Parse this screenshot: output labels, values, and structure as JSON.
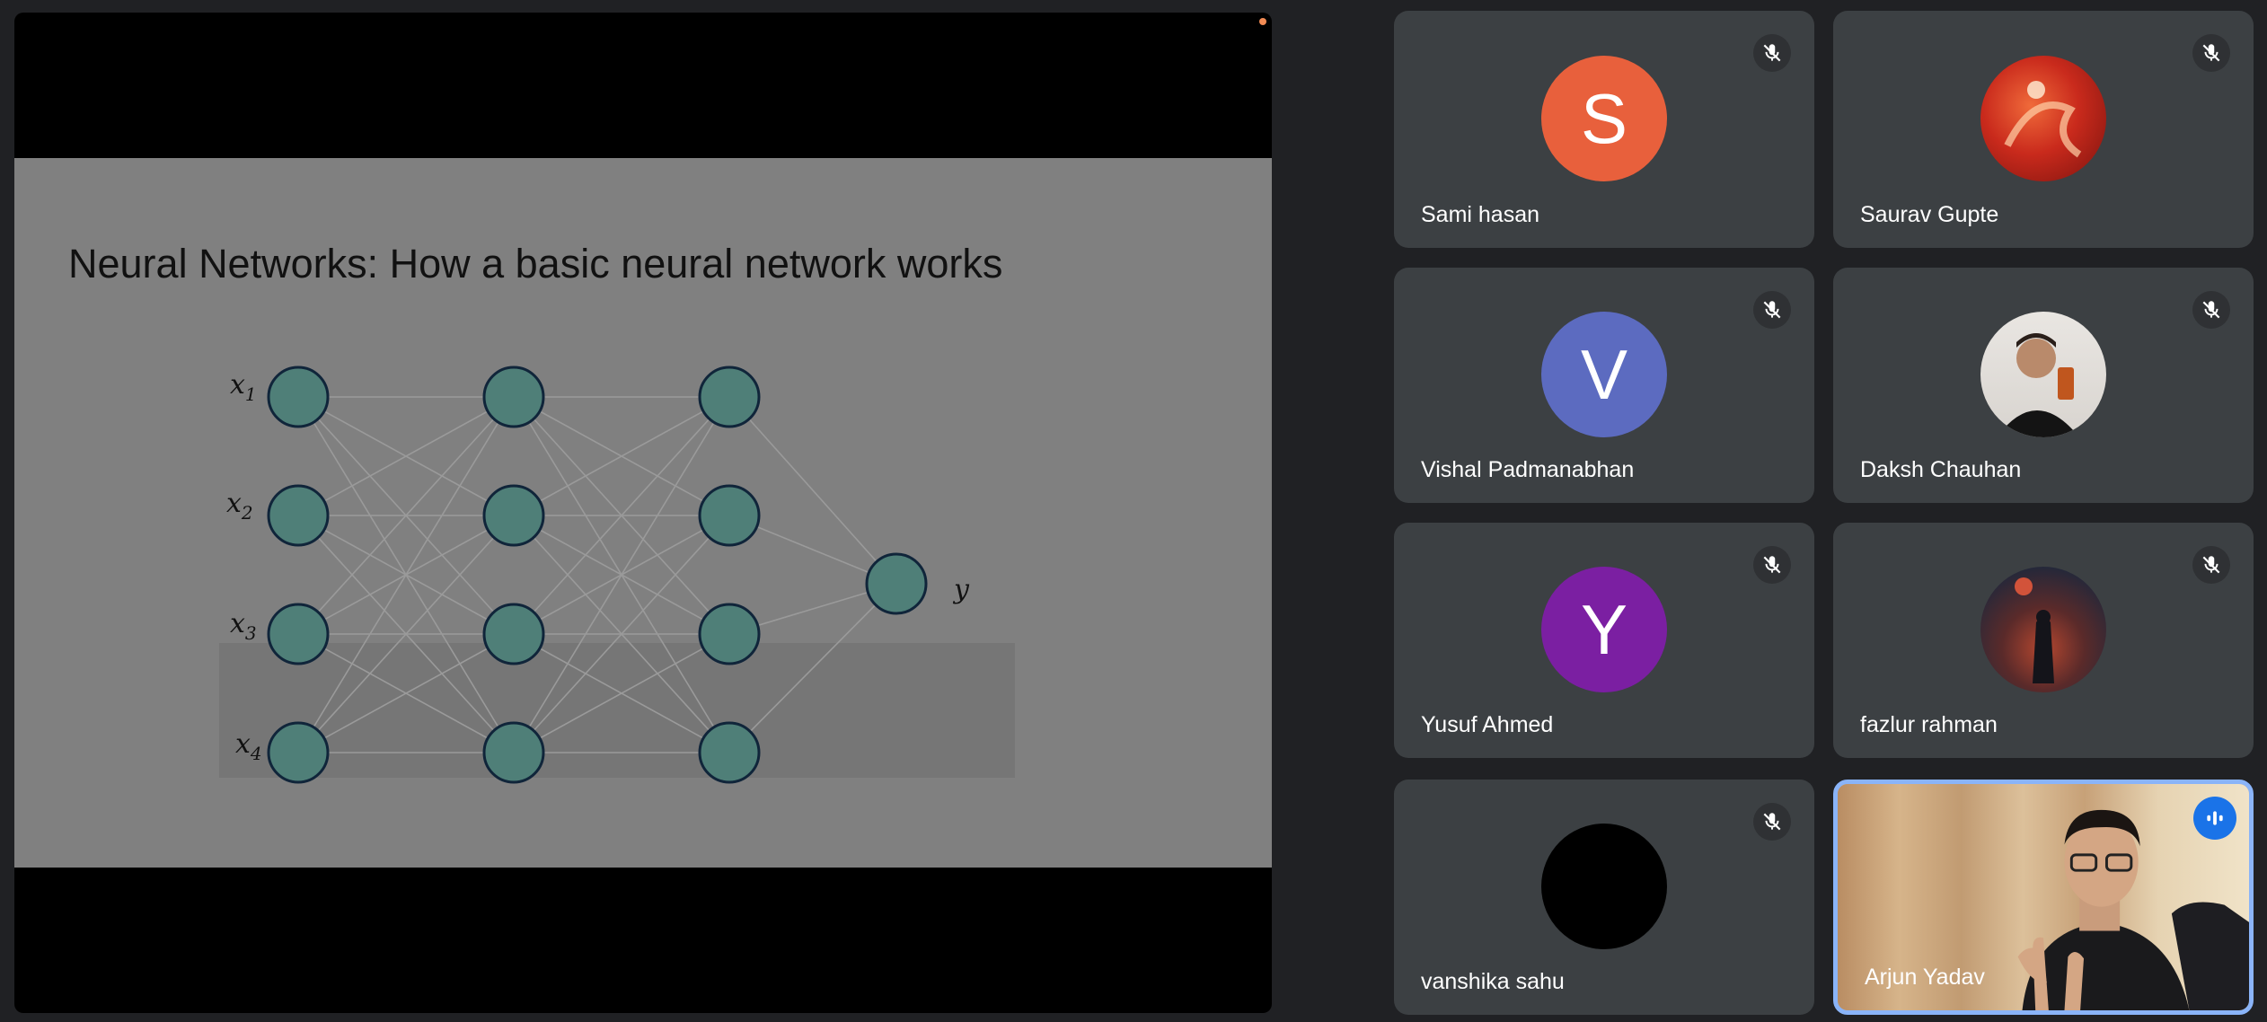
{
  "presentation": {
    "slide_title": "Neural Networks: How a basic neural network works",
    "diagram": {
      "inputs": [
        {
          "name": "x",
          "sub": "1"
        },
        {
          "name": "x",
          "sub": "2"
        },
        {
          "name": "x",
          "sub": "3"
        },
        {
          "name": "x",
          "sub": "4"
        }
      ],
      "output": "y",
      "layers": [
        4,
        4,
        4,
        1
      ],
      "colors": {
        "node_fill": "#4f7f78",
        "node_stroke": "#10253a",
        "edge": "#9a9a9a"
      }
    }
  },
  "participants": [
    {
      "name": "Sami hasan",
      "initial": "S",
      "avatar_color": "#e8603c",
      "muted": true
    },
    {
      "name": "Saurav Gupte",
      "avatar": "photo-avatar",
      "muted": true
    },
    {
      "name": "Vishal Padmanabhan",
      "initial": "V",
      "avatar_color": "#5c6bc0",
      "muted": true
    },
    {
      "name": "Daksh Chauhan",
      "avatar": "photo-avatar",
      "muted": true
    },
    {
      "name": "Yusuf Ahmed",
      "initial": "Y",
      "avatar_color": "#7b1fa2",
      "muted": true
    },
    {
      "name": "fazlur rahman",
      "avatar": "photo-avatar",
      "muted": true
    },
    {
      "name": "vanshika sahu",
      "avatar_color": "#000000",
      "muted": true
    },
    {
      "name": "Arjun Yadav",
      "video": true,
      "speaking": true
    }
  ],
  "icons": {
    "mute": "mic-off-icon",
    "speaking": "audio-level-icon"
  }
}
